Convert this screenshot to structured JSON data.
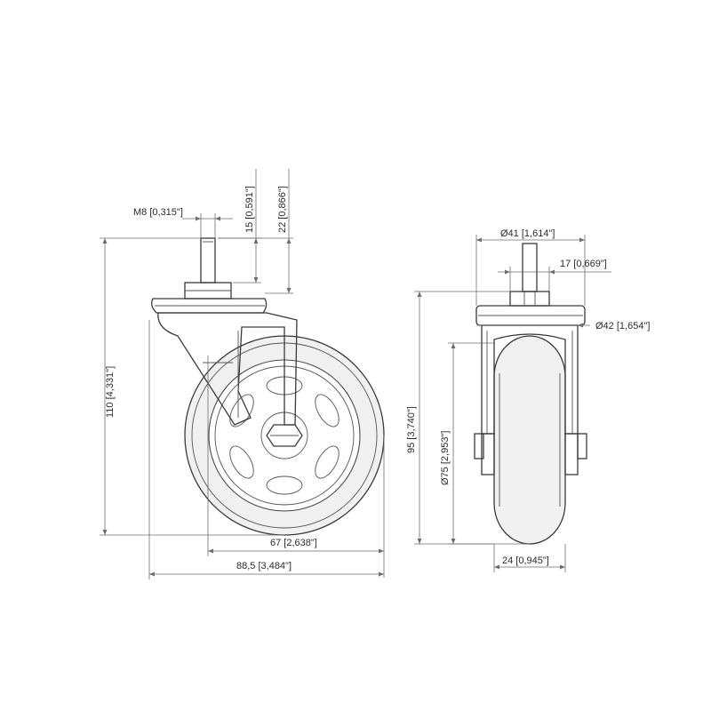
{
  "side_view": {
    "labels": {
      "thread": "M8 [0,315\"]",
      "stem_length": "15 [0,591\"]",
      "stem_total": "22 [0,866\"]",
      "height": "110 [4,331\"]",
      "offset": "67 [2,638\"]",
      "width": "88,5 [3,484\"]"
    }
  },
  "front_view": {
    "labels": {
      "plate_dia": "Ø41 [1,614\"]",
      "plate_size": "17 [0,669\"]",
      "bracket_dia": "Ø42 [1,654\"]",
      "height": "95 [3,740\"]",
      "wheel_dia": "Ø75 [2,953\"]",
      "wheel_width": "24 [0,945\"]"
    }
  },
  "colors": {
    "line": "#3a3a3a",
    "dimension": "#6e6e6e",
    "tire_fill": "#f1f1f1",
    "background": "#ffffff"
  }
}
